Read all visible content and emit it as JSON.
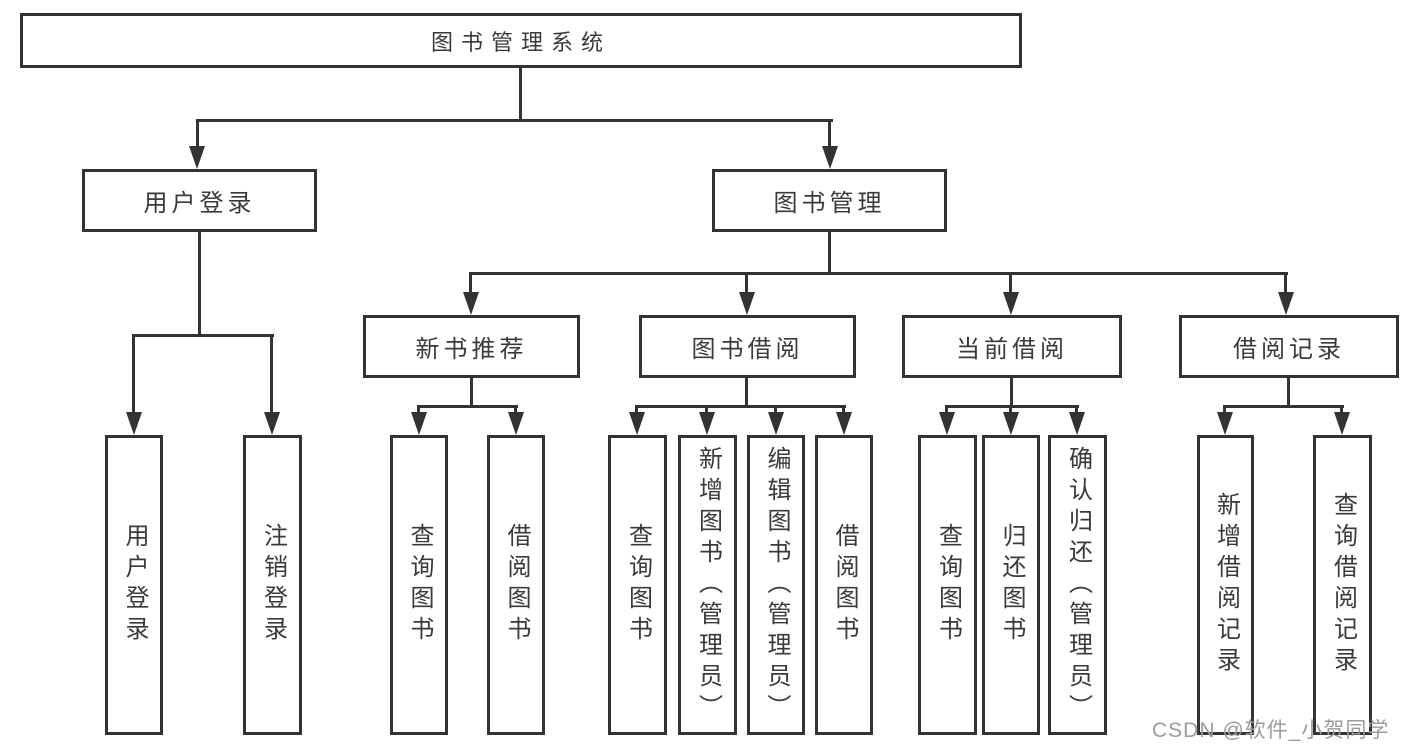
{
  "diagram": {
    "title": "图书管理系统",
    "watermark": "CSDN @软件_小贺同学",
    "colors": {
      "line": "#333333",
      "text": "#3a3a3a",
      "watermark": "#9b9b9b",
      "background": "#ffffff"
    },
    "tree": {
      "label": "图书管理系统",
      "children": [
        {
          "label": "用户登录",
          "children": [
            {
              "label": "用户登录"
            },
            {
              "label": "注销登录"
            }
          ]
        },
        {
          "label": "图书管理",
          "children": [
            {
              "label": "新书推荐",
              "children": [
                {
                  "label": "查询图书"
                },
                {
                  "label": "借阅图书"
                }
              ]
            },
            {
              "label": "图书借阅",
              "children": [
                {
                  "label": "查询图书"
                },
                {
                  "label": "新增图书（管理员）"
                },
                {
                  "label": "编辑图书（管理员）"
                },
                {
                  "label": "借阅图书"
                }
              ]
            },
            {
              "label": "当前借阅",
              "children": [
                {
                  "label": "查询图书"
                },
                {
                  "label": "归还图书"
                },
                {
                  "label": "确认归还（管理员）"
                }
              ]
            },
            {
              "label": "借阅记录",
              "children": [
                {
                  "label": "新增借阅记录"
                },
                {
                  "label": "查询借阅记录"
                }
              ]
            }
          ]
        }
      ]
    }
  }
}
